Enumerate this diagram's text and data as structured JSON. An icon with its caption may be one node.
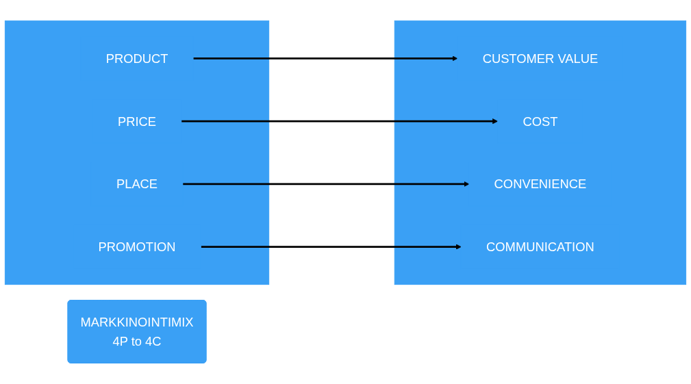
{
  "diagram": {
    "nodes": [
      {
        "text": [
          "MARKKINOINTIMIX",
          "4P to 4C"
        ]
      },
      {
        "text": [],
        "shape": "box"
      },
      {
        "text": [
          "PRODUCT"
        ],
        "in": 1
      },
      {
        "text": [
          "PRICE"
        ],
        "in": 1
      },
      {
        "text": [
          "PLACE"
        ],
        "in": 1
      },
      {
        "text": [
          "PROMOTION"
        ],
        "in": 1
      },
      {
        "text": [],
        "shape": "box"
      },
      {
        "text": [
          "CUSTOMER VALUE"
        ],
        "in": 6
      },
      {
        "text": [
          "COST"
        ],
        "in": 6
      },
      {
        "text": [
          "CONVENIENCE"
        ],
        "in": 6
      },
      {
        "text": [
          "COMMUNICATION"
        ],
        "in": 6
      }
    ],
    "edges": [
      {
        "from": 2,
        "to": 7,
        "arrow": "to"
      },
      {
        "from": 3,
        "to": 8,
        "arrow": "to"
      },
      {
        "from": 4,
        "to": 9,
        "arrow": "to"
      },
      {
        "from": 5,
        "to": 10,
        "arrow": "to"
      }
    ]
  }
}
